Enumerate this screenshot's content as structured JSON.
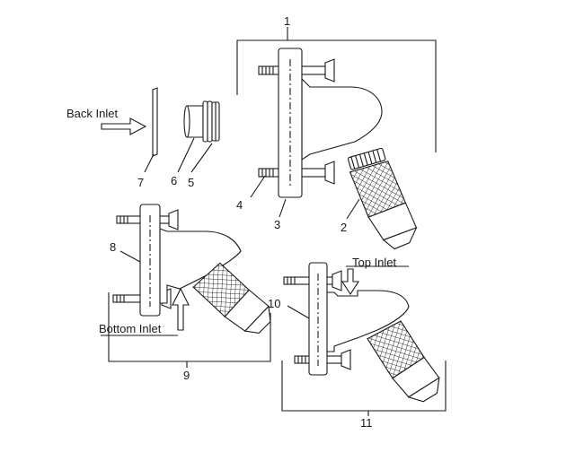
{
  "labels": {
    "back_inlet": "Back Inlet",
    "top_inlet": "Top Inlet",
    "bottom_inlet": "Bottom Inlet"
  },
  "callouts": [
    "1",
    "2",
    "3",
    "4",
    "5",
    "6",
    "7",
    "8",
    "9",
    "10",
    "11"
  ],
  "colors": {
    "line": "#1a1a1a",
    "background": "#ffffff"
  }
}
